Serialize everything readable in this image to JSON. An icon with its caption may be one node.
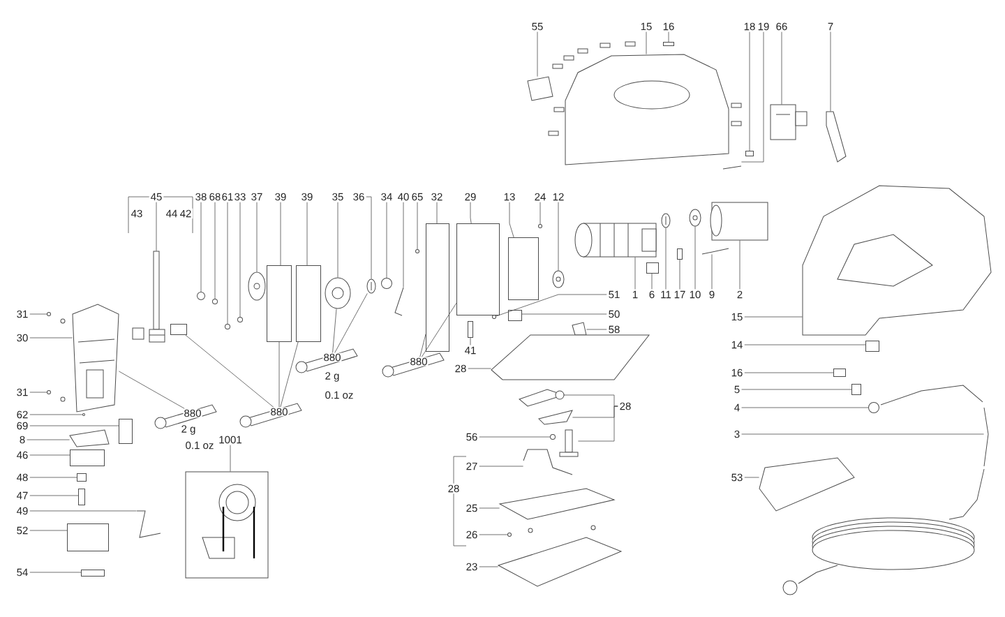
{
  "diagram": {
    "nodes": [
      {
        "text": [
          "55"
        ]
      },
      {
        "text": [
          "15"
        ]
      },
      {
        "text": [
          "16"
        ]
      },
      {
        "text": [
          "18"
        ]
      },
      {
        "text": [
          "19"
        ]
      },
      {
        "text": [
          "66"
        ]
      },
      {
        "text": [
          "7"
        ]
      },
      {
        "text": [
          "45"
        ]
      },
      {
        "text": [
          "38"
        ]
      },
      {
        "text": [
          "68"
        ]
      },
      {
        "text": [
          "61"
        ]
      },
      {
        "text": [
          "33"
        ]
      },
      {
        "text": [
          "37"
        ]
      },
      {
        "text": [
          "39"
        ]
      },
      {
        "text": [
          "39"
        ]
      },
      {
        "text": [
          "35"
        ]
      },
      {
        "text": [
          "36"
        ]
      },
      {
        "text": [
          "34"
        ]
      },
      {
        "text": [
          "40"
        ]
      },
      {
        "text": [
          "65"
        ]
      },
      {
        "text": [
          "32"
        ]
      },
      {
        "text": [
          "29"
        ]
      },
      {
        "text": [
          "13"
        ]
      },
      {
        "text": [
          "24"
        ]
      },
      {
        "text": [
          "12"
        ]
      },
      {
        "text": [
          "31"
        ]
      },
      {
        "text": [
          "30"
        ]
      },
      {
        "text": [
          "51"
        ]
      },
      {
        "text": [
          "1"
        ]
      },
      {
        "text": [
          "6"
        ]
      },
      {
        "text": [
          "11"
        ]
      },
      {
        "text": [
          "17"
        ]
      },
      {
        "text": [
          "10"
        ]
      },
      {
        "text": [
          "9"
        ]
      },
      {
        "text": [
          "2"
        ]
      },
      {
        "text": [
          "50"
        ]
      },
      {
        "text": [
          "15"
        ]
      },
      {
        "text": [
          "58"
        ]
      },
      {
        "text": [
          "14"
        ]
      },
      {
        "text": [
          "41"
        ]
      },
      {
        "text": [
          "28"
        ]
      },
      {
        "text": [
          "16"
        ]
      },
      {
        "text": [
          "31"
        ]
      },
      {
        "text": [
          "5"
        ]
      },
      {
        "text": [
          "28"
        ]
      },
      {
        "text": [
          "4"
        ]
      },
      {
        "text": [
          "62"
        ]
      },
      {
        "text": [
          "69"
        ]
      },
      {
        "text": [
          "3"
        ]
      },
      {
        "text": [
          "56"
        ]
      },
      {
        "text": [
          "1001"
        ]
      },
      {
        "text": [
          "8"
        ]
      },
      {
        "text": [
          "46"
        ]
      },
      {
        "text": [
          "53"
        ]
      },
      {
        "text": [
          "27"
        ]
      },
      {
        "text": [
          "48"
        ]
      },
      {
        "text": [
          "47"
        ]
      },
      {
        "text": [
          "25"
        ]
      },
      {
        "text": [
          "49"
        ]
      },
      {
        "text": [
          "52"
        ]
      },
      {
        "text": [
          "26"
        ]
      },
      {
        "text": [
          "23"
        ]
      },
      {
        "text": [
          "54"
        ]
      },
      {
        "text": [],
        "shape": "picture"
      },
      {
        "text": [],
        "shape": "picture"
      },
      {
        "text": [],
        "shape": "box"
      },
      {
        "text": [],
        "shape": "box"
      },
      {
        "text": [],
        "shape": "picture"
      },
      {
        "text": [],
        "shape": "picture"
      },
      {
        "text": [],
        "shape": "picture"
      },
      {
        "text": [],
        "shape": "picture"
      },
      {
        "text": [],
        "shape": "circle"
      },
      {
        "text": [],
        "shape": "circle"
      },
      {
        "text": [],
        "shape": "circle"
      },
      {
        "text": [],
        "shape": "circle"
      },
      {
        "text": [],
        "shape": "picture"
      },
      {
        "text": [],
        "shape": "box"
      },
      {
        "text": [],
        "shape": "box"
      },
      {
        "text": [],
        "shape": "picture"
      },
      {
        "text": [],
        "shape": "picture"
      },
      {
        "text": [],
        "shape": "circle"
      },
      {
        "text": [],
        "shape": "picture"
      },
      {
        "text": [],
        "shape": "circle"
      },
      {
        "text": [],
        "shape": "box"
      },
      {
        "text": [],
        "shape": "box"
      },
      {
        "text": [],
        "shape": "box"
      },
      {
        "text": [],
        "shape": "circle"
      },
      {
        "text": [],
        "shape": "picture"
      },
      {
        "text": [],
        "shape": "circle"
      },
      {
        "text": [],
        "shape": "picture"
      },
      {
        "text": [],
        "shape": "circle"
      },
      {
        "text": [],
        "shape": "picture"
      },
      {
        "text": [],
        "shape": "box"
      },
      {
        "text": [],
        "shape": "picture"
      },
      {
        "text": [],
        "shape": "box"
      },
      {
        "text": [],
        "shape": "picture"
      },
      {
        "text": [],
        "shape": "picture"
      },
      {
        "text": [],
        "shape": "picture"
      },
      {
        "text": [],
        "shape": "box"
      },
      {
        "text": [],
        "shape": "picture"
      },
      {
        "text": [],
        "shape": "picture"
      },
      {
        "text": [],
        "shape": "box"
      },
      {
        "text": [],
        "shape": "box"
      },
      {
        "text": [],
        "shape": "picture"
      },
      {
        "text": [],
        "shape": "box"
      },
      {
        "text": [],
        "shape": "circle"
      },
      {
        "text": [],
        "shape": "box"
      },
      {
        "text": [],
        "shape": "picture"
      },
      {
        "text": [],
        "shape": "picture"
      },
      {
        "text": [],
        "shape": "circle"
      },
      {
        "text": [],
        "shape": "circle"
      },
      {
        "text": [],
        "shape": "box"
      },
      {
        "text": [],
        "shape": "picture"
      },
      {
        "text": [],
        "shape": "circle"
      },
      {
        "text": [],
        "shape": "picture"
      },
      {
        "text": [],
        "shape": "picture"
      },
      {
        "text": [],
        "shape": "box"
      },
      {
        "text": [],
        "shape": "picture"
      },
      {
        "text": [],
        "shape": "picture"
      },
      {
        "text": [],
        "shape": "box"
      },
      {
        "text": [],
        "shape": "box"
      },
      {
        "text": [],
        "shape": "picture"
      },
      {
        "text": [],
        "shape": "picture"
      },
      {
        "text": [],
        "shape": "box"
      },
      {
        "text": [],
        "shape": "circle"
      },
      {
        "text": [],
        "shape": "picture"
      },
      {
        "text": [],
        "shape": "box"
      },
      {
        "text": [],
        "shape": "picture"
      },
      {
        "text": [
          "880"
        ],
        "beside": [
          "2 g",
          "0.1 oz"
        ]
      },
      {
        "text": [
          "880"
        ]
      },
      {
        "text": [
          "880"
        ],
        "beside": [
          "2 g",
          "0.1 oz"
        ]
      },
      {
        "text": [
          "880"
        ]
      },
      {
        "text": [],
        "shape": "box"
      }
    ],
    "edges": [
      {
        "from": 0,
        "to": 63,
        "arrow": "none"
      },
      {
        "from": 1,
        "to": 64,
        "arrow": "none"
      },
      {
        "from": 2,
        "to": 65,
        "arrow": "none"
      },
      {
        "from": 3,
        "to": 66,
        "arrow": "none"
      },
      {
        "from": 4,
        "to": 67,
        "arrow": "none"
      },
      {
        "from": 5,
        "to": 68,
        "arrow": "none"
      },
      {
        "from": 6,
        "to": 69,
        "arrow": "none"
      },
      {
        "from": 7,
        "to": 70,
        "arrow": "none"
      },
      {
        "from": 8,
        "to": 71,
        "arrow": "none"
      },
      {
        "from": 9,
        "to": 72,
        "arrow": "none"
      },
      {
        "from": 10,
        "to": 73,
        "arrow": "none"
      },
      {
        "from": 11,
        "to": 74,
        "arrow": "none"
      },
      {
        "from": 12,
        "to": 75,
        "arrow": "none"
      },
      {
        "from": 13,
        "to": 76,
        "arrow": "none"
      },
      {
        "from": 14,
        "to": 77,
        "arrow": "none"
      },
      {
        "from": 15,
        "to": 78,
        "arrow": "none"
      },
      {
        "from": 16,
        "to": 79,
        "arrow": "none"
      },
      {
        "from": 17,
        "to": 80,
        "arrow": "none"
      },
      {
        "from": 18,
        "to": 81,
        "arrow": "none"
      },
      {
        "from": 19,
        "to": 82,
        "arrow": "none"
      },
      {
        "from": 20,
        "to": 83,
        "arrow": "none"
      },
      {
        "from": 21,
        "to": 84,
        "arrow": "none"
      },
      {
        "from": 22,
        "to": 85,
        "arrow": "none"
      },
      {
        "from": 23,
        "to": 86,
        "arrow": "none"
      },
      {
        "from": 24,
        "to": 87,
        "arrow": "none"
      },
      {
        "from": 25,
        "to": 88,
        "arrow": "none"
      },
      {
        "from": 26,
        "to": 89,
        "arrow": "none"
      },
      {
        "from": 27,
        "to": 90,
        "arrow": "none"
      },
      {
        "from": 28,
        "to": 91,
        "arrow": "none"
      },
      {
        "from": 29,
        "to": 92,
        "arrow": "none"
      },
      {
        "from": 30,
        "to": 93,
        "arrow": "none"
      },
      {
        "from": 31,
        "to": 94,
        "arrow": "none"
      },
      {
        "from": 32,
        "to": 95,
        "arrow": "none"
      },
      {
        "from": 33,
        "to": 96,
        "arrow": "none"
      },
      {
        "from": 34,
        "to": 97,
        "arrow": "none"
      },
      {
        "from": 35,
        "to": 98,
        "arrow": "none"
      },
      {
        "from": 36,
        "to": 99,
        "arrow": "none"
      },
      {
        "from": 37,
        "to": 100,
        "arrow": "none"
      },
      {
        "from": 38,
        "to": 101,
        "arrow": "none"
      },
      {
        "from": 39,
        "to": 102,
        "arrow": "none"
      },
      {
        "from": 40,
        "to": 103,
        "arrow": "none"
      },
      {
        "from": 41,
        "to": 104,
        "arrow": "none"
      },
      {
        "from": 42,
        "to": 105,
        "arrow": "none"
      },
      {
        "from": 43,
        "to": 106,
        "arrow": "none"
      },
      {
        "from": 44,
        "to": 107,
        "arrow": "none"
      },
      {
        "from": 44,
        "to": 108,
        "arrow": "none"
      },
      {
        "from": 45,
        "to": 109,
        "arrow": "none"
      },
      {
        "from": 46,
        "to": 110,
        "arrow": "none"
      },
      {
        "from": 47,
        "to": 111,
        "arrow": "none"
      },
      {
        "from": 48,
        "to": 112,
        "arrow": "none"
      },
      {
        "from": 49,
        "to": 113,
        "arrow": "none"
      },
      {
        "from": 50,
        "to": 114,
        "arrow": "none"
      },
      {
        "from": 51,
        "to": 115,
        "arrow": "none"
      },
      {
        "from": 52,
        "to": 116,
        "arrow": "none"
      },
      {
        "from": 53,
        "to": 117,
        "arrow": "none"
      },
      {
        "from": 54,
        "to": 118,
        "arrow": "none"
      },
      {
        "from": 55,
        "to": 119,
        "arrow": "none"
      },
      {
        "from": 56,
        "to": 120,
        "arrow": "none"
      },
      {
        "from": 57,
        "to": 121,
        "arrow": "none"
      },
      {
        "from": 58,
        "to": 122,
        "arrow": "none"
      },
      {
        "from": 59,
        "to": 123,
        "arrow": "none"
      },
      {
        "from": 60,
        "to": 124,
        "arrow": "none"
      },
      {
        "from": 61,
        "to": 125,
        "arrow": "none"
      },
      {
        "from": 62,
        "to": 126,
        "arrow": "none"
      },
      {
        "from": 44,
        "to": 127,
        "arrow": "none"
      },
      {
        "from": 128,
        "to": 78,
        "arrow": "none"
      },
      {
        "from": 128,
        "to": 79,
        "arrow": "none"
      },
      {
        "from": 129,
        "to": 83,
        "arrow": "none"
      },
      {
        "from": 129,
        "to": 84,
        "arrow": "none"
      },
      {
        "from": 130,
        "to": 89,
        "arrow": "none"
      },
      {
        "from": 131,
        "to": 76,
        "arrow": "none"
      },
      {
        "from": 131,
        "to": 77,
        "arrow": "none"
      },
      {
        "from": 131,
        "to": 132,
        "arrow": "none"
      }
    ],
    "labels": [
      "43",
      "44",
      "42",
      "28"
    ]
  }
}
